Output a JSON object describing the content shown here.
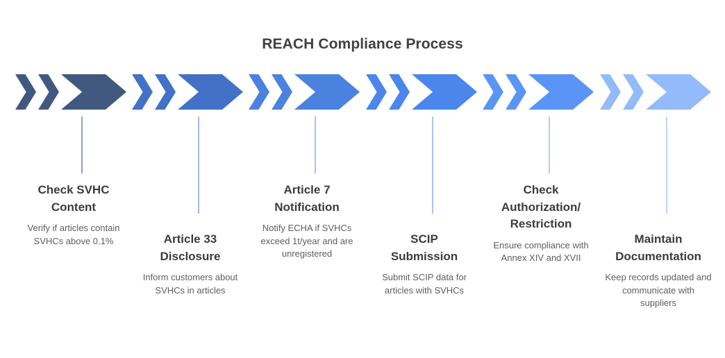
{
  "chart_data": {
    "type": "diagram",
    "diagram_style": "chevron-process-timeline",
    "title": "REACH Compliance Process",
    "orientation": "horizontal",
    "step_count": 6,
    "categories": [
      "Check SVHC Content",
      "Article 33 Disclosure",
      "Article 7 Notification",
      "SCIP Submission",
      "Check Authorization/ Restriction",
      "Maintain Documentation"
    ],
    "descriptions": [
      "Verify if articles contain SVHCs above 0.1%",
      "Inform customers about SVHCs in articles",
      "Notify ECHA if SVHCs exceed 1t/year and are unregistered",
      "Submit SCIP data for articles with SVHCs",
      "Ensure compliance with Annex XIV and XVII",
      "Keep records updated and communicate with suppliers"
    ],
    "colors": [
      "#41597f",
      "#4271c7",
      "#4b82e0",
      "#4a86ec",
      "#5a94f7",
      "#93bbfb"
    ]
  },
  "title": "REACH Compliance Process",
  "steps": [
    {
      "index": "1",
      "title": "Check SVHC\nContent",
      "desc": "Verify if articles contain SVHCs above 0.1%",
      "color": "#41597f",
      "connector_color": "#8fa3bf",
      "name": "check-svhc-content"
    },
    {
      "index": "2",
      "title": "Article 33\nDisclosure",
      "desc": "Inform customers about SVHCs in articles",
      "color": "#4271c7",
      "connector_color": "#9fb8e8",
      "name": "article-33-disclosure"
    },
    {
      "index": "3",
      "title": "Article 7\nNotification",
      "desc": "Notify ECHA if SVHCs exceed 1t/year and are unregistered",
      "color": "#4b82e0",
      "connector_color": "#a6c2ee",
      "name": "article-7-notification"
    },
    {
      "index": "4",
      "title": "SCIP\nSubmission",
      "desc": "Submit SCIP data for articles with SVHCs",
      "color": "#4a86ec",
      "connector_color": "#a8c6f3",
      "name": "scip-submission"
    },
    {
      "index": "5",
      "title": "Check\nAuthorization/\nRestriction",
      "desc": "Ensure compliance with Annex XIV and XVII",
      "color": "#5a94f7",
      "connector_color": "#b0cdf8",
      "name": "check-authorization-restriction"
    },
    {
      "index": "6",
      "title": "Maintain\nDocumentation",
      "desc": "Keep records updated and communicate with suppliers",
      "color": "#93bbfb",
      "connector_color": "#bdd6fc",
      "name": "maintain-documentation"
    }
  ]
}
